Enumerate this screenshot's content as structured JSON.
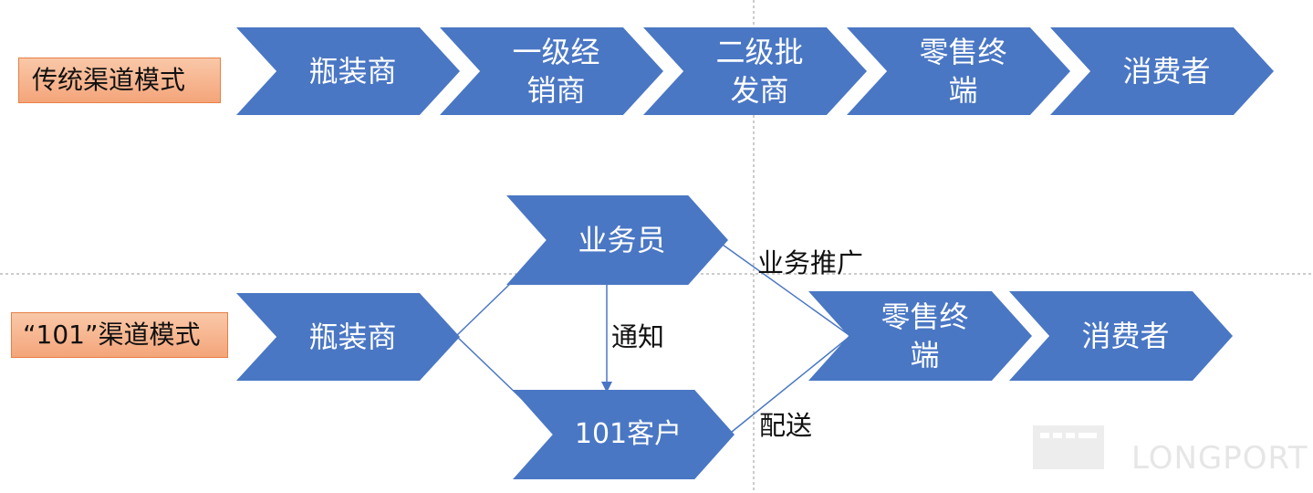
{
  "rows": {
    "traditional": {
      "label": "传统渠道模式",
      "steps": [
        "瓶装商",
        "一级经销商",
        "二级批发商",
        "零售终端",
        "消费者"
      ]
    },
    "model101": {
      "label": "“101”渠道模式",
      "source": "瓶装商",
      "salesman": "业务员",
      "client": "101客户",
      "retail": "零售终端",
      "consumer": "消费者"
    }
  },
  "annotations": {
    "notify": "通知",
    "promotion": "业务推广",
    "delivery": "配送"
  },
  "watermark": {
    "text": "LONGPORT"
  },
  "colors": {
    "chevron": "#4a77c4",
    "label_fill": "#f4a57a",
    "label_border": "#e87f45",
    "line": "#4a77c4",
    "guide": "#999999"
  }
}
